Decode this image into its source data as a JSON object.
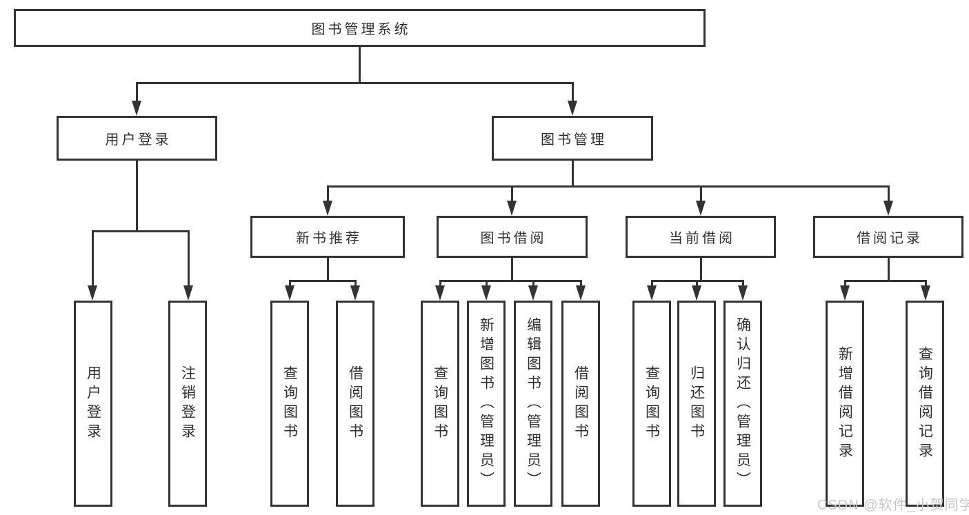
{
  "diagram": {
    "root": "图书管理系统",
    "branches": [
      "用户登录",
      "图书管理"
    ],
    "modules": [
      "新书推荐",
      "图书借阅",
      "当前借阅",
      "借阅记录"
    ],
    "leaves": [
      "用户登录",
      "注销登录",
      "查询图书",
      "借阅图书",
      "查询图书",
      "新增图书（管理员）",
      "编辑图书（管理员）",
      "借阅图书",
      "查询图书",
      "归还图书",
      "确认归还（管理员）",
      "新增借阅记录",
      "查询借阅记录"
    ]
  },
  "watermark": "CSDN @软件_小贺同学",
  "colors": {
    "line": "#333333",
    "box_border": "#333333",
    "text": "#2f2f2f",
    "watermark": "#c8c8c8",
    "background": "#ffffff"
  }
}
